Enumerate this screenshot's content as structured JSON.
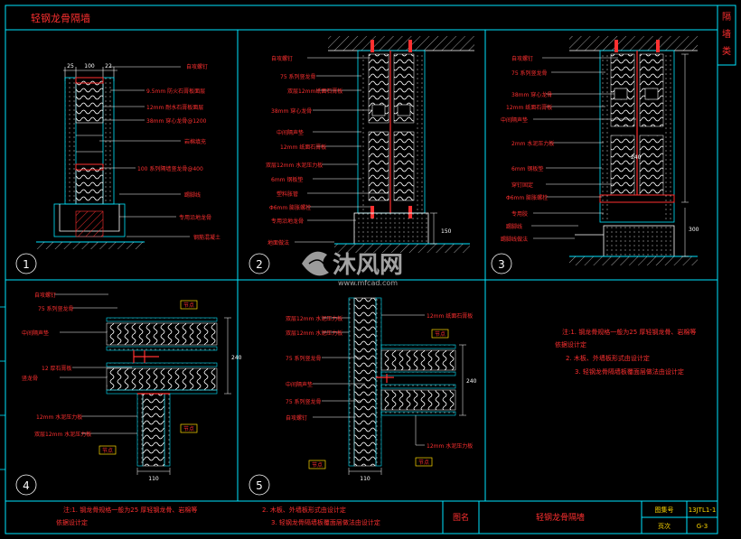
{
  "sheet": {
    "title": "轻钢龙骨隔墙",
    "side_tab": "隔墙类",
    "watermark_brand": "沐风网",
    "watermark_url": "www.mfcad.com",
    "colors": {
      "border": "#00e5ff",
      "text_red": "#ff3030",
      "text_yellow": "#ffd800",
      "stud": "#ffffff",
      "hatch": "#ff3030"
    }
  },
  "details": [
    {
      "number": "1",
      "dims": [
        "25",
        "100",
        "22"
      ],
      "labels": [
        "自攻螺钉",
        "9.5mm 防火石膏板面层",
        "12mm 耐水石膏板面层",
        "38mm 穿心龙骨@1200",
        "岩棉填充",
        "100 系列隔墙竖龙骨@400",
        "踢脚线",
        "专用沿地龙骨",
        "钢筋混凝土"
      ]
    },
    {
      "number": "2",
      "dims": [
        "150"
      ],
      "labels": [
        "自攻螺钉",
        "75 系列竖龙骨",
        "双层12mm纸面石膏板",
        "38mm 穿心龙骨",
        "中间隔声垫",
        "12mm 纸面石膏板",
        "双层12mm 水泥压力板",
        "6mm 钢板垫",
        "塑料胀管",
        "Φ6mm 膨胀螺栓",
        "专用沿地龙骨",
        "地面做法"
      ]
    },
    {
      "number": "3",
      "dims": [
        "240",
        "300"
      ],
      "labels": [
        "自攻螺钉",
        "75 系列竖龙骨",
        "38mm 穿心龙骨",
        "12mm 纸面石膏板",
        "中间隔声垫",
        "2mm 水泥压力板",
        "6mm 钢板垫",
        "穿钉固定",
        "Φ6mm 膨胀螺栓",
        "专用胶",
        "踢脚线",
        "踢脚线做法"
      ]
    },
    {
      "number": "4",
      "dims": [
        "240",
        "110"
      ],
      "tags": [
        "节点",
        "节点",
        "节点"
      ],
      "labels": [
        "自攻螺钉",
        "75 系列竖龙骨",
        "中间隔声垫",
        "12 厚石膏板",
        "竖龙骨",
        "12mm 水泥压力板",
        "双层12mm 水泥压力板"
      ]
    },
    {
      "number": "5",
      "dims": [
        "240",
        "110"
      ],
      "tags": [
        "节点",
        "节点",
        "节点"
      ],
      "labels": [
        "双层12mm 水泥压力板",
        "双层12mm 水泥压力板",
        "75 系列竖龙骨",
        "中间隔声垫",
        "75 系列竖龙骨",
        "自攻螺钉",
        "12mm 纸面石膏板",
        "12mm 水泥压力板"
      ]
    }
  ],
  "notes_panel": [
    "注:1. 钢龙骨规格一般为25 厚轻钢龙骨、岩棉等",
    "依据设计定",
    "2. 木板、外墙板形式由设计定",
    "3. 轻钢龙骨隔墙板覆面层做法由设计定"
  ],
  "footer": {
    "note_1": "注:1. 钢龙骨规格一般为25 厚轻钢龙骨、岩棉等",
    "note_1b": "依据设计定",
    "note_2": "2. 木板、外墙板形式由设计定",
    "note_3": "3. 轻钢龙骨隔墙板覆面层做法由设计定",
    "figure_label": "图名",
    "figure_name": "轻钢龙骨隔墙",
    "atlas_label": "图集号",
    "atlas_value": "13JTL1-1",
    "page_label": "页次",
    "page_value": "G-3"
  }
}
